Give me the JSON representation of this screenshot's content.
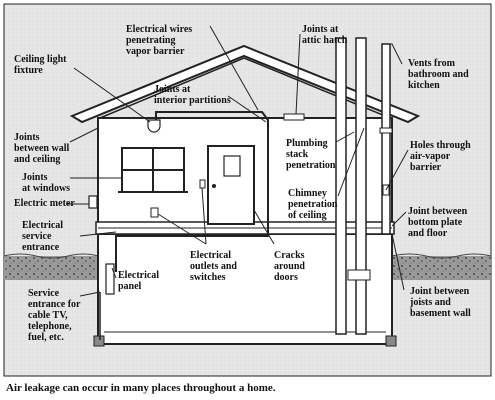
{
  "labels": {
    "electrical_wires": "Electrical wires\npenetrating\nvapor barrier",
    "attic_hatch": "Joints at\nattic hatch",
    "ceiling_light": "Ceiling light\nfixture",
    "interior_partitions": "Joints at\ninterior partitions",
    "vents": "Vents from\nbathroom and\nkitchen",
    "wall_ceiling": "Joints\nbetween wall\nand ceiling",
    "plumbing_stack": "Plumbing\nstack\npenetration",
    "holes_barrier": "Holes through\nair-vapor\nbarrier",
    "windows": "Joints\nat windows",
    "chimney": "Chimney\npenetration\nof ceiling",
    "electric_meter": "Electric meter",
    "bottom_plate": "Joint between\nbottom plate\nand floor",
    "service_entrance": "Electrical\nservice\nentrance",
    "outlets_switches": "Electrical\noutlets and\nswitches",
    "cracks_doors": "Cracks\naround\ndoors",
    "electrical_panel": "Electrical\npanel",
    "joists_basement": "Joint between\njoists and\nbasement wall",
    "service_entrance_cable": "Service\nentrance for\ncable TV,\ntelephone,\nfuel, etc."
  },
  "caption": "Air leakage can occur in many places throughout a home."
}
